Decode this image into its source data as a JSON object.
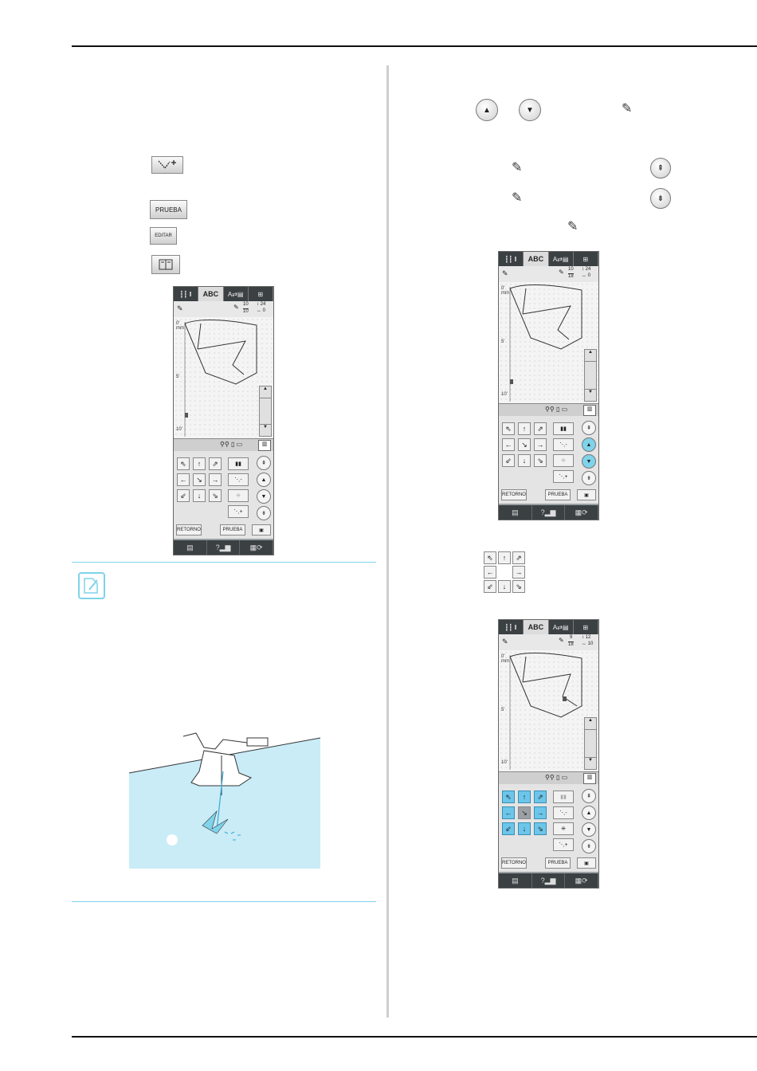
{
  "screen": {
    "tabs": {
      "t1": "┇┇ ‖",
      "t2": "ABC",
      "t3": "A⇄▤",
      "t4": "⊞"
    },
    "axis": {
      "top": "0'",
      "unit": "mm",
      "mid": "5'",
      "bottom": "10'"
    },
    "buttons": {
      "retorno": "RETORNO",
      "prueba": "PRUEBA"
    },
    "bottom": {
      "b1": "▤",
      "b2": "?▂▆",
      "b3": "▦⟳"
    }
  },
  "screen1": {
    "point": "10",
    "total": "10",
    "dy": "24",
    "dx": "0"
  },
  "screen2": {
    "point": "10",
    "total": "18",
    "dy": "24",
    "dx": "0"
  },
  "screen3": {
    "point": "9",
    "total": "18",
    "dy": "12",
    "dx": "10"
  },
  "left_icons": {
    "prueba_label": "PRUEBA",
    "editar_label": "EDITAR"
  }
}
